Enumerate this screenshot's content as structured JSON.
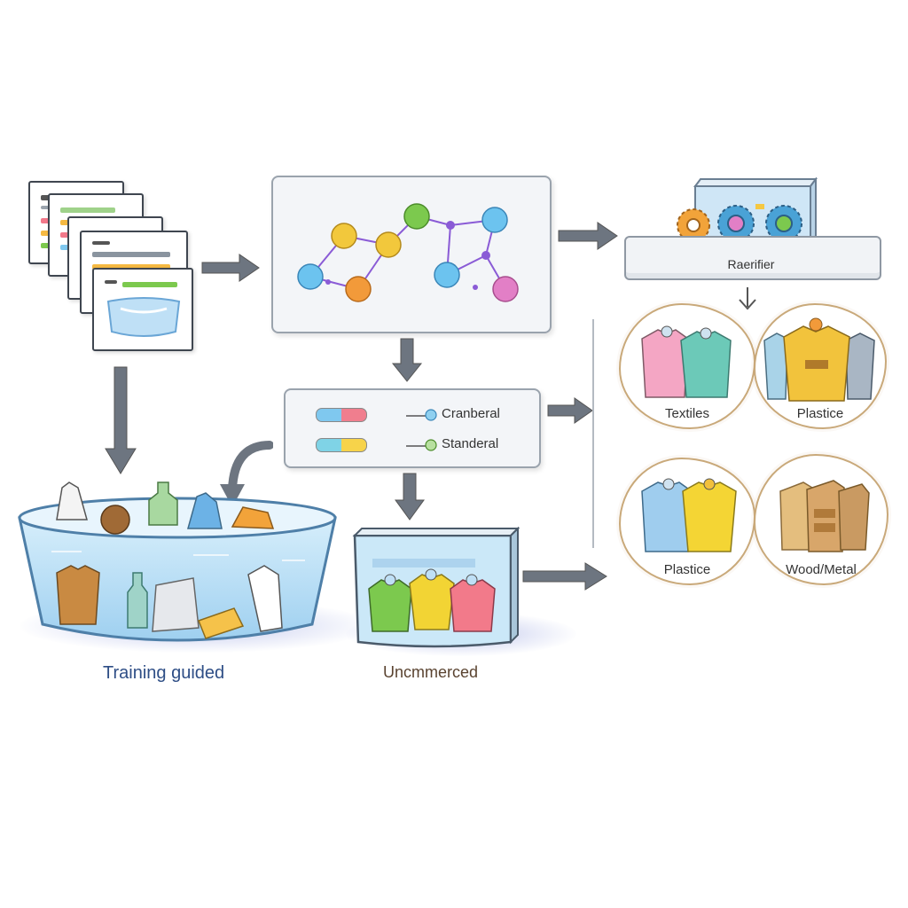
{
  "processor": {
    "label": "Raerifier"
  },
  "legend": {
    "items": [
      {
        "label": "Cranberal",
        "swatch_left": "#7fc8ef",
        "swatch_right": "#f07e8e"
      },
      {
        "label": "Standeral",
        "swatch_left": "#7fd3e6",
        "swatch_right": "#f7d34a"
      }
    ]
  },
  "categories": [
    {
      "label": "Textiles"
    },
    {
      "label": "Plastice"
    },
    {
      "label": "Plastice"
    },
    {
      "label": "Wood/Metal"
    }
  ],
  "captions": {
    "tub": "Training guided",
    "bin": "Uncmmerced"
  },
  "colors": {
    "node_yellow": "#f2c83c",
    "node_orange": "#f29a3a",
    "node_green": "#7cc94e",
    "node_blue": "#6cc3ef",
    "node_pink": "#e27fc6",
    "node_purple": "#8a5bd6",
    "caption_blue": "#2e4e86",
    "caption_brown": "#5a4330",
    "water": "#bfe3f7"
  }
}
